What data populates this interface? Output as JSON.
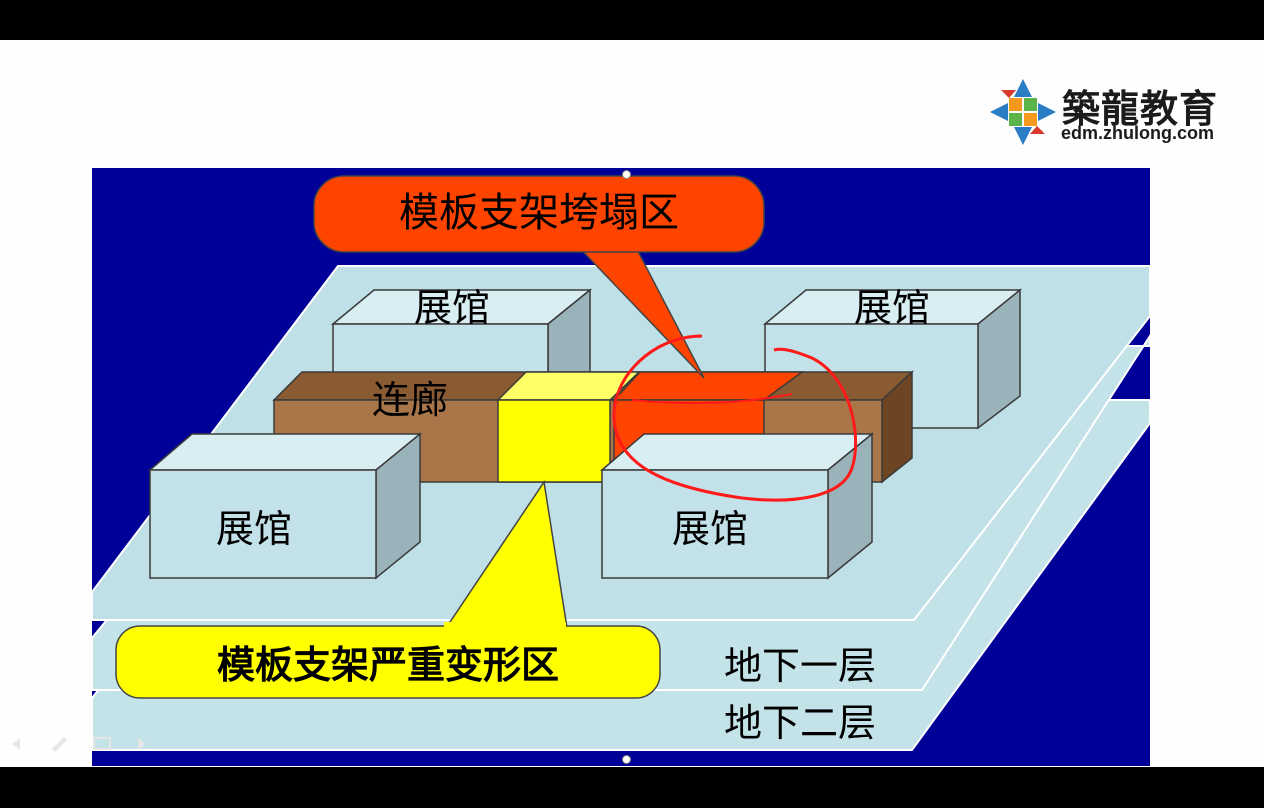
{
  "logo": {
    "title": "築龍教育",
    "url": "edm.zhulong.com"
  },
  "diagram": {
    "callout_collapse": "模板支架垮塌区",
    "callout_deformation": "模板支架严重变形区",
    "pavilion_top_left": "展馆",
    "pavilion_top_right": "展馆",
    "pavilion_bottom_left": "展馆",
    "pavilion_bottom_right": "展馆",
    "corridor": "连廊",
    "basement_1": "地下一层",
    "basement_2": "地下二层"
  },
  "colors": {
    "background": "#000099",
    "slab": "#bfe0e6",
    "pavilion_front": "#c3e1e8",
    "pavilion_top": "#d9eef2",
    "pavilion_side": "#9ab3bb",
    "corridor": "#a9764a",
    "deformation_zone": "#ffff00",
    "collapse_zone": "#ff4400",
    "annotation_circle": "#ff1a1a"
  }
}
